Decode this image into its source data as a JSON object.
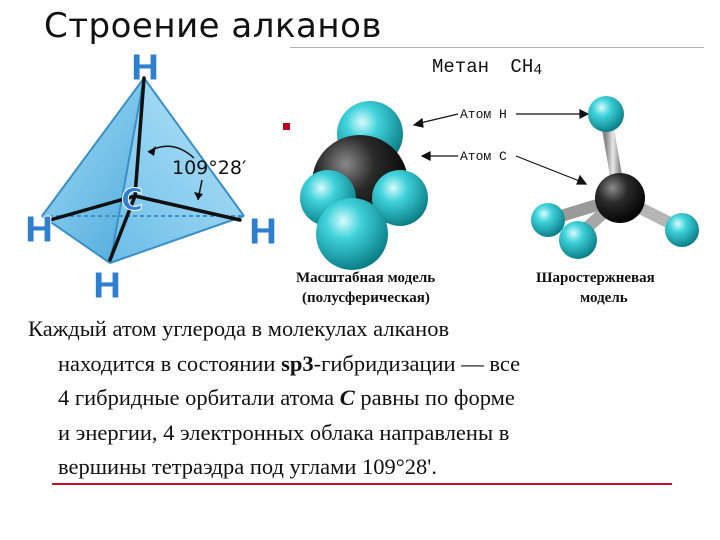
{
  "slide": {
    "title": "Строение алканов"
  },
  "tetrahedron": {
    "atom_top": "H",
    "atom_left": "H",
    "atom_right": "H",
    "atom_bottom": "H",
    "atom_center": "C",
    "angle_label": "109°28′"
  },
  "methane": {
    "caption_name": "Метан",
    "formula": "CH",
    "formula_sub": "4",
    "label_h": "Атом Н",
    "label_c": "Атом С",
    "spacefill_caption_line1": "Масштабная модель",
    "spacefill_caption_line2": "(полусферическая)",
    "ballstick_caption_line1": "Шаростержневая",
    "ballstick_caption_line2": "модель"
  },
  "body": {
    "line1": "Каждый атом углерода в молекулах алканов",
    "line2_a": "находится в состоянии ",
    "line2_bold": "sp3",
    "line2_b": "-гибридизации — все",
    "line3_a": "4 гибридные орбитали атома ",
    "line3_bold": "C",
    "line3_b": " равны по форме",
    "line4": "и энергии, 4 электронных облака направлены в",
    "line5": "вершины тетраэдра под углами 109°28'."
  },
  "colors": {
    "atom_h": "#1bbcc4",
    "atom_c": "#111111",
    "tetra_face": "#5fb8e4",
    "label_blue": "#2f7fd0",
    "accent_red": "#c8102e"
  }
}
